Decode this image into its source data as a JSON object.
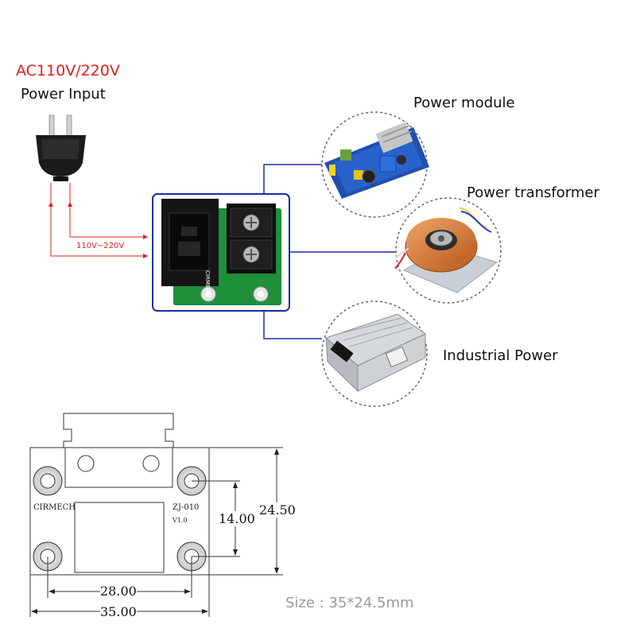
{
  "power_input": {
    "voltage_title": "AC110V/220V",
    "label": "Power Input",
    "wire_label": "110V~220V"
  },
  "board": {
    "brand": "CIRMECH"
  },
  "targets": [
    {
      "label": "Power module",
      "image": "power-module-photo"
    },
    {
      "label": "Power transformer",
      "image": "toroidal-transformer-photo"
    },
    {
      "label": "Industrial Power",
      "image": "switching-power-supply-photo"
    }
  ],
  "drawing": {
    "brand": "CIRMECH",
    "model": "ZJ-010",
    "version": "V1.0",
    "dim_hole_vertical": "14.00",
    "dim_total_height": "24.50",
    "dim_hole_horizontal": "28.00",
    "dim_total_width": "35.00"
  },
  "size_note": "Size : 35*24.5mm",
  "colors": {
    "accent_red": "#e0201e",
    "connector_blue": "#1a2fa0",
    "pcb_green": "#1f8f3a"
  }
}
